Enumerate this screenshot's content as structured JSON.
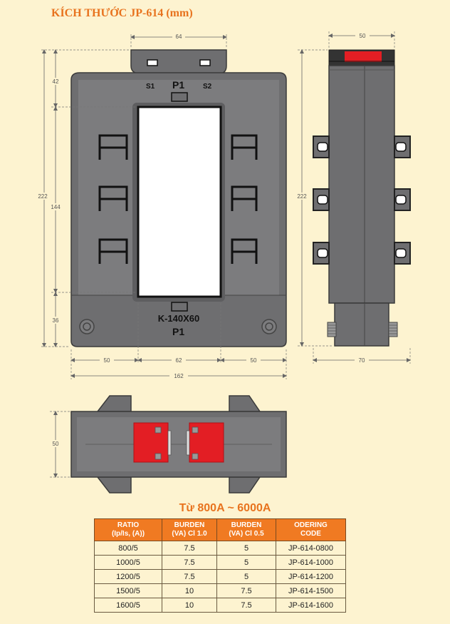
{
  "page_title": "KÍCH THƯỚC JP-614 (mm)",
  "front": {
    "terminal_s1": "S1",
    "terminal_p1_top": "P1",
    "terminal_s2": "S2",
    "model_marking": "K-140X60",
    "terminal_p1_bottom": "P1"
  },
  "dimensions": {
    "front_top": "64",
    "front_height_total": "222",
    "front_top_section": "42",
    "front_window_height": "144",
    "front_bottom_section": "36",
    "front_left": "50",
    "front_window_width": "62",
    "front_right": "50",
    "front_width_total": "162",
    "side_top": "50",
    "side_height": "222",
    "side_bottom": "70",
    "bottom_height": "50"
  },
  "range_title": "Từ 800A ~ 6000A",
  "table": {
    "headers": [
      {
        "line1": "RATIO",
        "line2": "(Ip/Is, (A))"
      },
      {
        "line1": "BURDEN",
        "line2": "(VA) Cl 1.0"
      },
      {
        "line1": "BURDEN",
        "line2": "(VA) Cl 0.5"
      },
      {
        "line1": "ODERING",
        "line2": "CODE"
      }
    ],
    "rows": [
      [
        "800/5",
        "7.5",
        "5",
        "JP-614-0800"
      ],
      [
        "1000/5",
        "7.5",
        "5",
        "JP-614-1000"
      ],
      [
        "1200/5",
        "7.5",
        "5",
        "JP-614-1200"
      ],
      [
        "1500/5",
        "10",
        "7.5",
        "JP-614-1500"
      ],
      [
        "1600/5",
        "10",
        "7.5",
        "JP-614-1600"
      ]
    ]
  },
  "colors": {
    "title": "#e8731e",
    "table_header": "#f07a22",
    "body_dark": "#6e6e70",
    "body_light": "#7c7c7e",
    "terminal_red": "#e31e24",
    "background": "#fdf3d0"
  }
}
